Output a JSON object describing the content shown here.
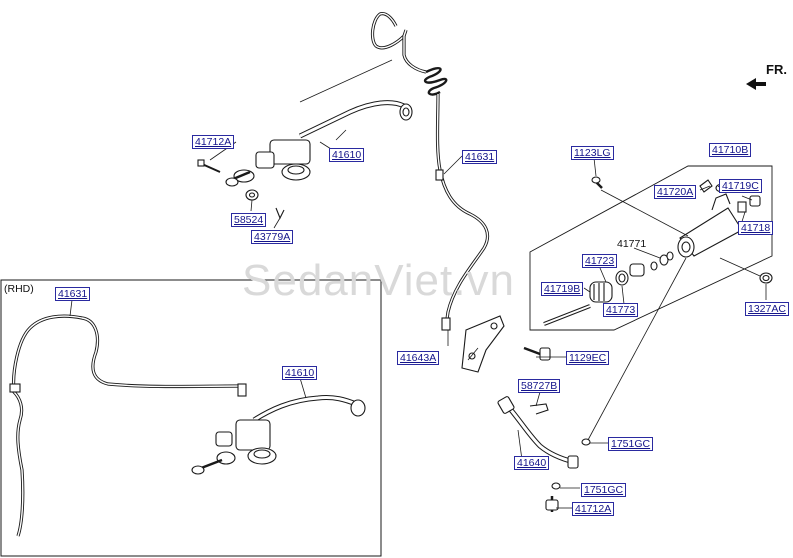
{
  "watermark": "SedanViet.vn",
  "direction_label": "FR.",
  "rhd_label": "(RHD)",
  "labels": {
    "p41712A_top": "41712A",
    "p41610_main": "41610",
    "p41631_main": "41631",
    "p58524": "58524",
    "p43779A": "43779A",
    "p1123LG": "1123LG",
    "p41710B": "41710B",
    "p41720A": "41720A",
    "p41719C": "41719C",
    "p41718": "41718",
    "p41771": "41771",
    "p41723": "41723",
    "p41719B": "41719B",
    "p41773": "41773",
    "p1327AC": "1327AC",
    "p41643A": "41643A",
    "p1129EC": "1129EC",
    "p58727B": "58727B",
    "p1751GC_a": "1751GC",
    "p41640": "41640",
    "p1751GC_b": "1751GC",
    "p41712A_bottom": "41712A",
    "p41631_rhd": "41631",
    "p41610_rhd": "41610"
  }
}
